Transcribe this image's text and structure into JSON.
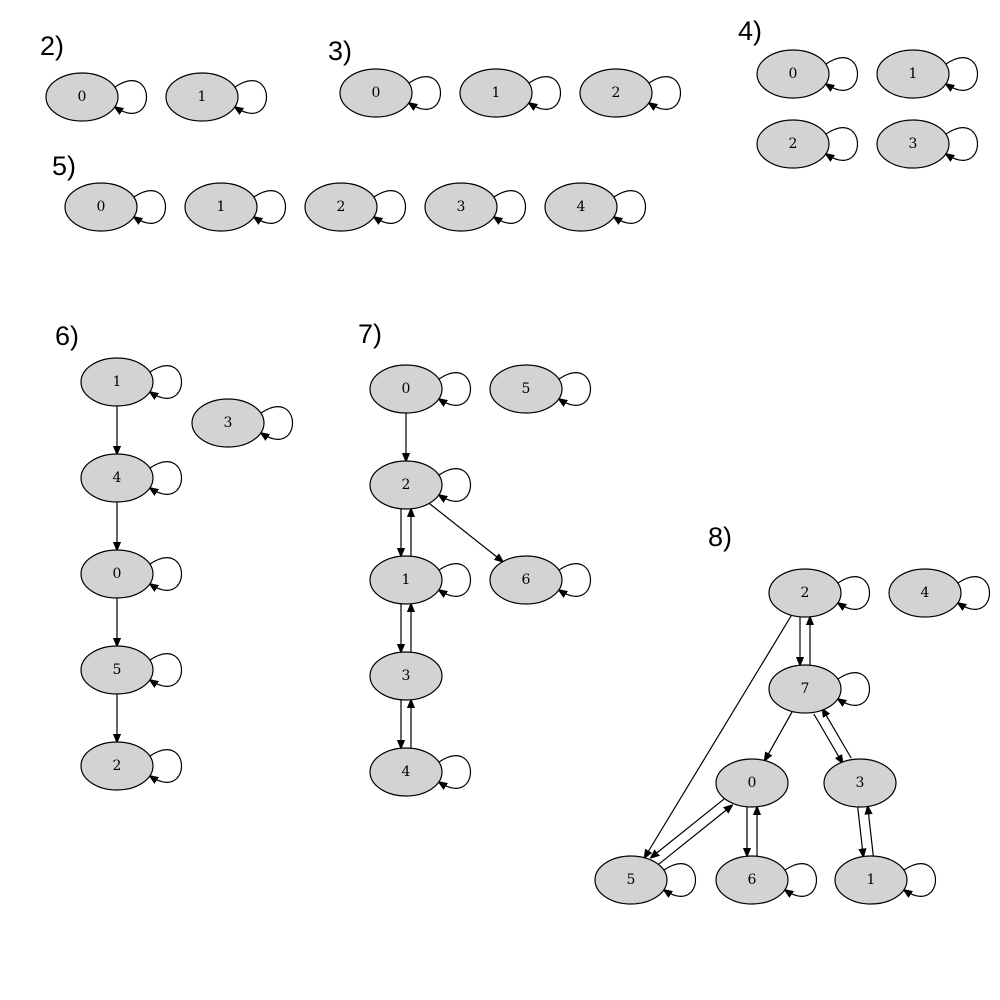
{
  "colors": {
    "node_fill": "#d3d3d3",
    "stroke": "#000000",
    "background": "#ffffff"
  },
  "panels": [
    {
      "label": "2)",
      "nodes": [
        "0",
        "1"
      ],
      "self_loops": [
        "0",
        "1"
      ],
      "edges": []
    },
    {
      "label": "3)",
      "nodes": [
        "0",
        "1",
        "2"
      ],
      "self_loops": [
        "0",
        "1",
        "2"
      ],
      "edges": []
    },
    {
      "label": "4)",
      "nodes": [
        "0",
        "1",
        "2",
        "3"
      ],
      "self_loops": [
        "0",
        "1",
        "2",
        "3"
      ],
      "edges": []
    },
    {
      "label": "5)",
      "nodes": [
        "0",
        "1",
        "2",
        "3",
        "4"
      ],
      "self_loops": [
        "0",
        "1",
        "2",
        "3",
        "4"
      ],
      "edges": []
    },
    {
      "label": "6)",
      "nodes": [
        "1",
        "4",
        "0",
        "5",
        "2",
        "3"
      ],
      "self_loops": [
        "1",
        "4",
        "0",
        "5",
        "2",
        "3"
      ],
      "edges": [
        [
          "1",
          "4"
        ],
        [
          "4",
          "0"
        ],
        [
          "0",
          "5"
        ],
        [
          "5",
          "2"
        ]
      ]
    },
    {
      "label": "7)",
      "nodes": [
        "0",
        "5",
        "2",
        "1",
        "6",
        "3",
        "4"
      ],
      "self_loops": [
        "0",
        "5",
        "2",
        "1",
        "6",
        "4"
      ],
      "edges": [
        [
          "0",
          "2"
        ],
        [
          "2",
          "1"
        ],
        [
          "1",
          "2"
        ],
        [
          "2",
          "6"
        ],
        [
          "1",
          "3"
        ],
        [
          "3",
          "1"
        ],
        [
          "3",
          "4"
        ],
        [
          "4",
          "3"
        ]
      ]
    },
    {
      "label": "8)",
      "nodes": [
        "2",
        "4",
        "7",
        "0",
        "3",
        "5",
        "6",
        "1"
      ],
      "self_loops": [
        "2",
        "4",
        "7",
        "5",
        "6",
        "1"
      ],
      "edges": [
        [
          "2",
          "7"
        ],
        [
          "7",
          "2"
        ],
        [
          "2",
          "5"
        ],
        [
          "7",
          "0"
        ],
        [
          "7",
          "3"
        ],
        [
          "3",
          "7"
        ],
        [
          "0",
          "5"
        ],
        [
          "5",
          "0"
        ],
        [
          "0",
          "6"
        ],
        [
          "6",
          "0"
        ],
        [
          "3",
          "1"
        ],
        [
          "1",
          "3"
        ]
      ]
    }
  ]
}
